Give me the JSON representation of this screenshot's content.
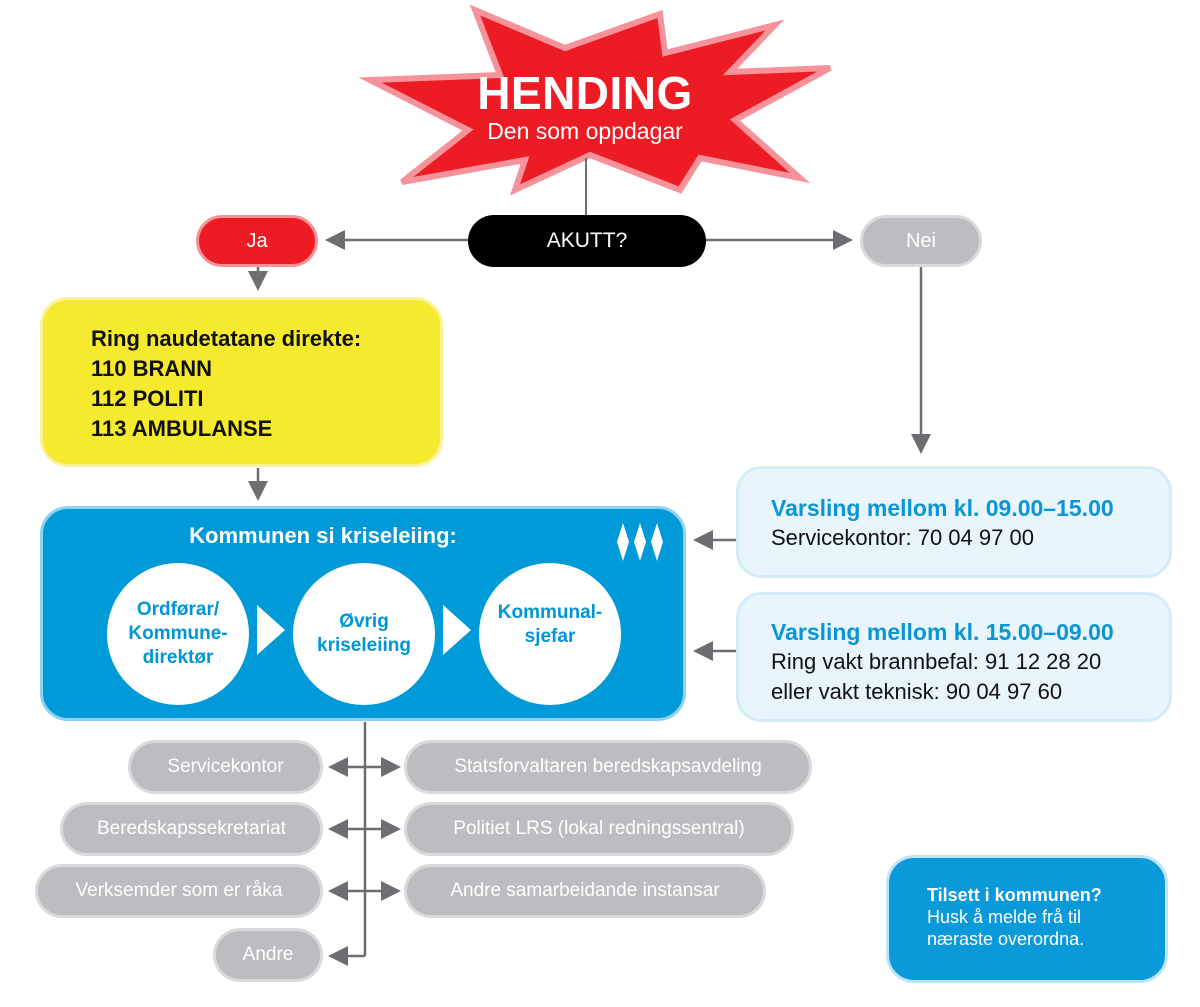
{
  "colors": {
    "red": "#ed1c24",
    "red_outline": "#f6939a",
    "black": "#000000",
    "gray": "#bcbdc0",
    "yellow": "#f5ea2e",
    "blue": "#009ad8",
    "light_blue": "#e9f5fc",
    "heading_blue": "#0a96d4",
    "connector": "#6d6e71"
  },
  "event": {
    "title": "HENDING",
    "subtitle": "Den som oppdagar"
  },
  "decision": {
    "question": "AKUTT?",
    "yes_label": "Ja",
    "no_label": "Nei"
  },
  "emergency": {
    "heading": "Ring naudetatane direkte:",
    "numbers": [
      "110 BRANN",
      "112 POLITI",
      "113 AMBULANSE"
    ]
  },
  "crisis_management": {
    "title": "Kommunen si kriseleiing:",
    "logo_icon": "three-diamonds-icon",
    "steps": [
      {
        "line1": "Ordførar/",
        "line2": "Kommune-",
        "line3": "direktør"
      },
      {
        "line1": "Øvrig",
        "line2": "kriseleiing",
        "line3": ""
      },
      {
        "line1": "Kommunal-",
        "line2": "sjefar",
        "line3": ""
      }
    ]
  },
  "notify_day": {
    "heading": "Varsling mellom kl. 09.00–15.00",
    "line1": "Servicekontor: 70 04 97 00"
  },
  "notify_night": {
    "heading": "Varsling mellom kl. 15.00–09.00",
    "line1": "Ring vakt brannbefal: 91 12 28 20",
    "line2": "eller vakt teknisk: 90 04 97 60"
  },
  "left_contacts": [
    "Servicekontor",
    "Beredskapssekretariat",
    "Verksemder som er råka",
    "Andre"
  ],
  "right_contacts": [
    "Statsforvaltaren beredskapsavdeling",
    "Politiet LRS (lokal redningssentral)",
    "Andre samarbeidande instansar"
  ],
  "employee_note": {
    "heading": "Tilsett i kommunen?",
    "line1": "Husk å melde frå til",
    "line2": "næraste overordna."
  }
}
